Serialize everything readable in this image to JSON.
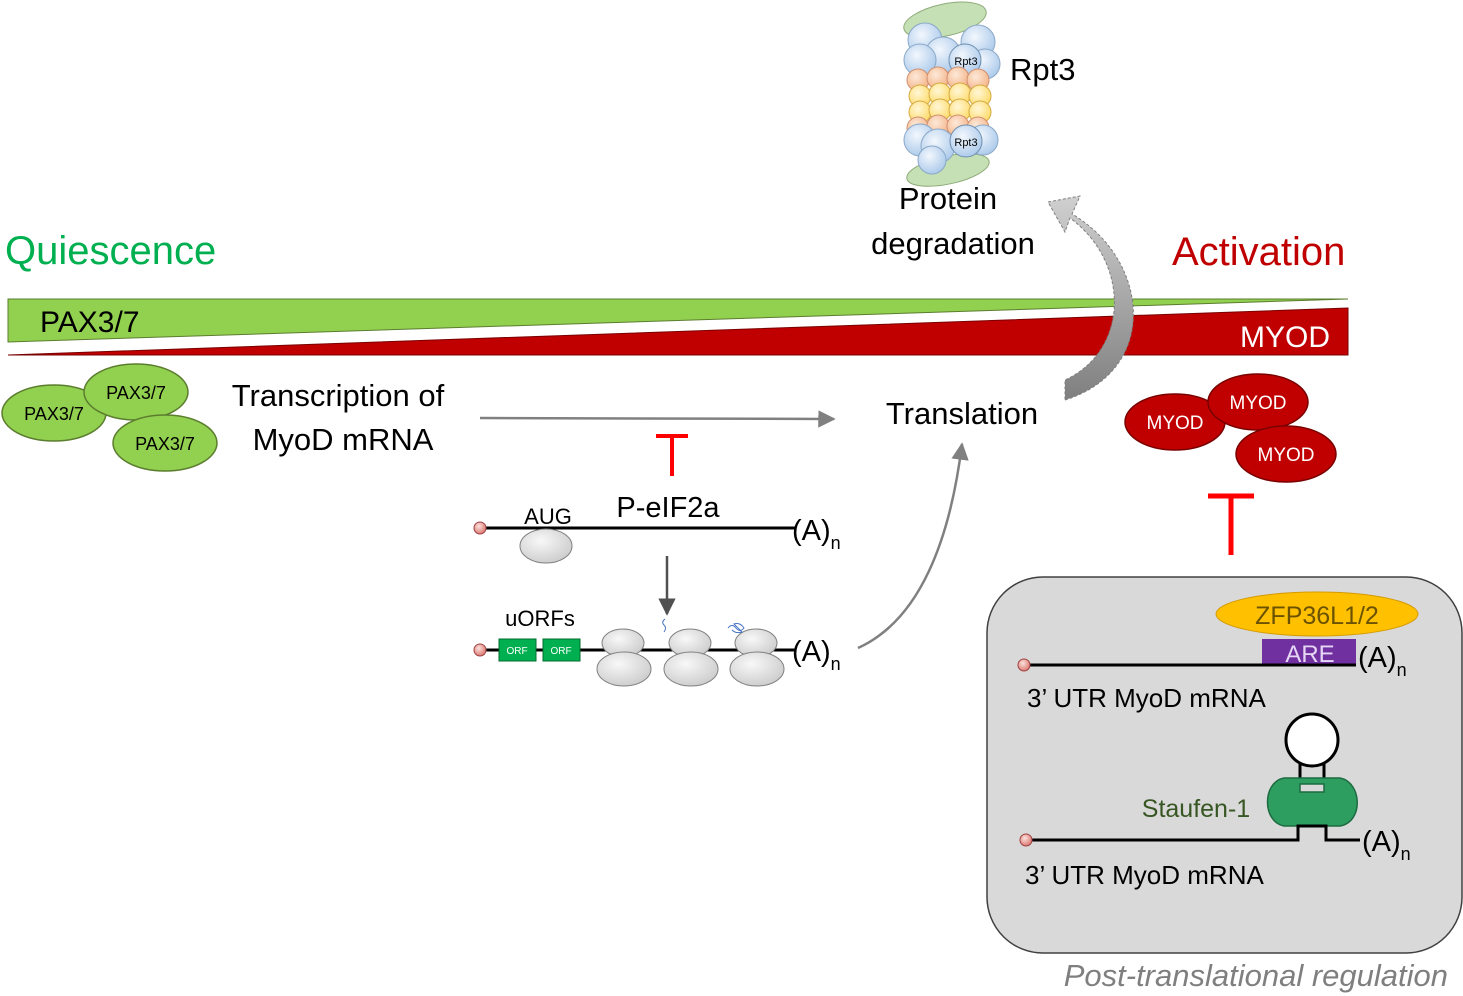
{
  "phases": {
    "left": "Quiescence",
    "right": "Activation"
  },
  "gradients": {
    "top": "PAX3/7",
    "bottom": "MYOD"
  },
  "proteasome": {
    "subunit": "Rpt3",
    "label": "Rpt3"
  },
  "degradation": {
    "line1": "Protein",
    "line2": "degradation"
  },
  "pax_ovals": [
    "PAX3/7",
    "PAX3/7",
    "PAX3/7"
  ],
  "transcription": {
    "line1": "Transcription of",
    "line2": "MyoD mRNA"
  },
  "translation": {
    "label": "Translation"
  },
  "myod_ovals": [
    "MYOD",
    "MYOD",
    "MYOD"
  ],
  "eif2a": {
    "start_codon": "AUG",
    "label": "P-eIF2a",
    "tail": "(A)",
    "tail_sub": "n"
  },
  "uorf": {
    "label": "uORFs",
    "orf": "ORF",
    "tail": "(A)",
    "tail_sub": "n"
  },
  "post": {
    "rbp": "ZFP36L1/2",
    "element": "ARE",
    "tail": "(A)",
    "tail_sub": "n",
    "utr1": "3’ UTR MyoD mRNA",
    "staufen": "Staufen-1",
    "utr2": "3’ UTR MyoD mRNA",
    "caption": "Post-translational regulation"
  },
  "colors": {
    "green": "#92d050",
    "dark_red": "#c00000",
    "red": "#ff0000",
    "quiescence": "#00b050",
    "are_purple": "#7030a0",
    "zfp_yellow": "#ffc000",
    "staufen_green": "#2e9e60",
    "staufen_text": "#375623",
    "panel_grey": "#d9d9d9",
    "orf_green": "#00b050"
  }
}
